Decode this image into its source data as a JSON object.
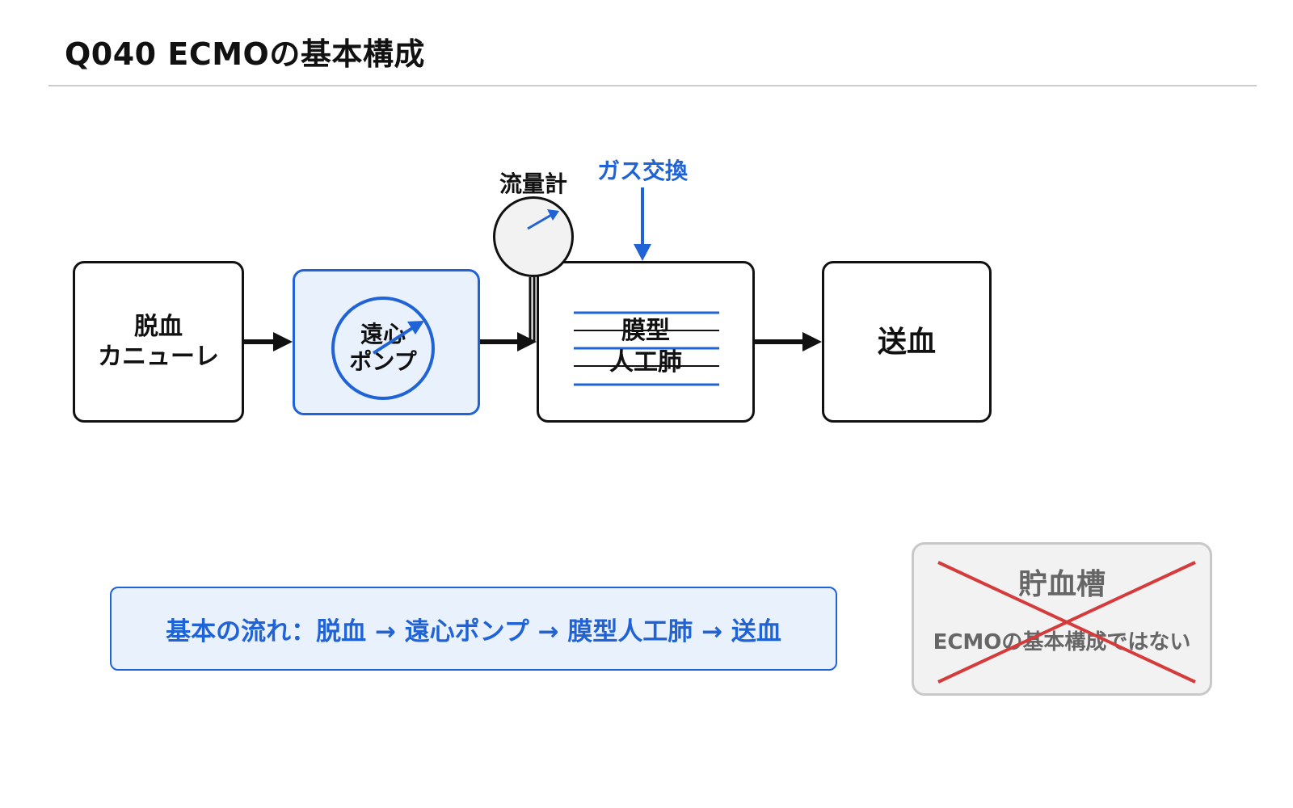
{
  "header": {
    "title": "Q040  ECMOの基本構成"
  },
  "diagram": {
    "cannula": {
      "label": "脱血\nカニューレ"
    },
    "pump": {
      "label": "遠心\nポンプ"
    },
    "flowmeter": {
      "label": "流量計"
    },
    "gas_exchange": {
      "label": "ガス交換"
    },
    "oxygenator": {
      "label": "膜型\n人工肺"
    },
    "return": {
      "label": "送血"
    }
  },
  "summary": {
    "text": "基本の流れ：脱血 → 遠心ポンプ → 膜型人工肺 → 送血"
  },
  "excluded": {
    "title": "貯血槽",
    "note": "ECMOの基本構成ではない"
  },
  "colors": {
    "accent": "#1f63d6",
    "cross": "#d63b3b",
    "stroke": "#111111",
    "muted": "#666666"
  }
}
